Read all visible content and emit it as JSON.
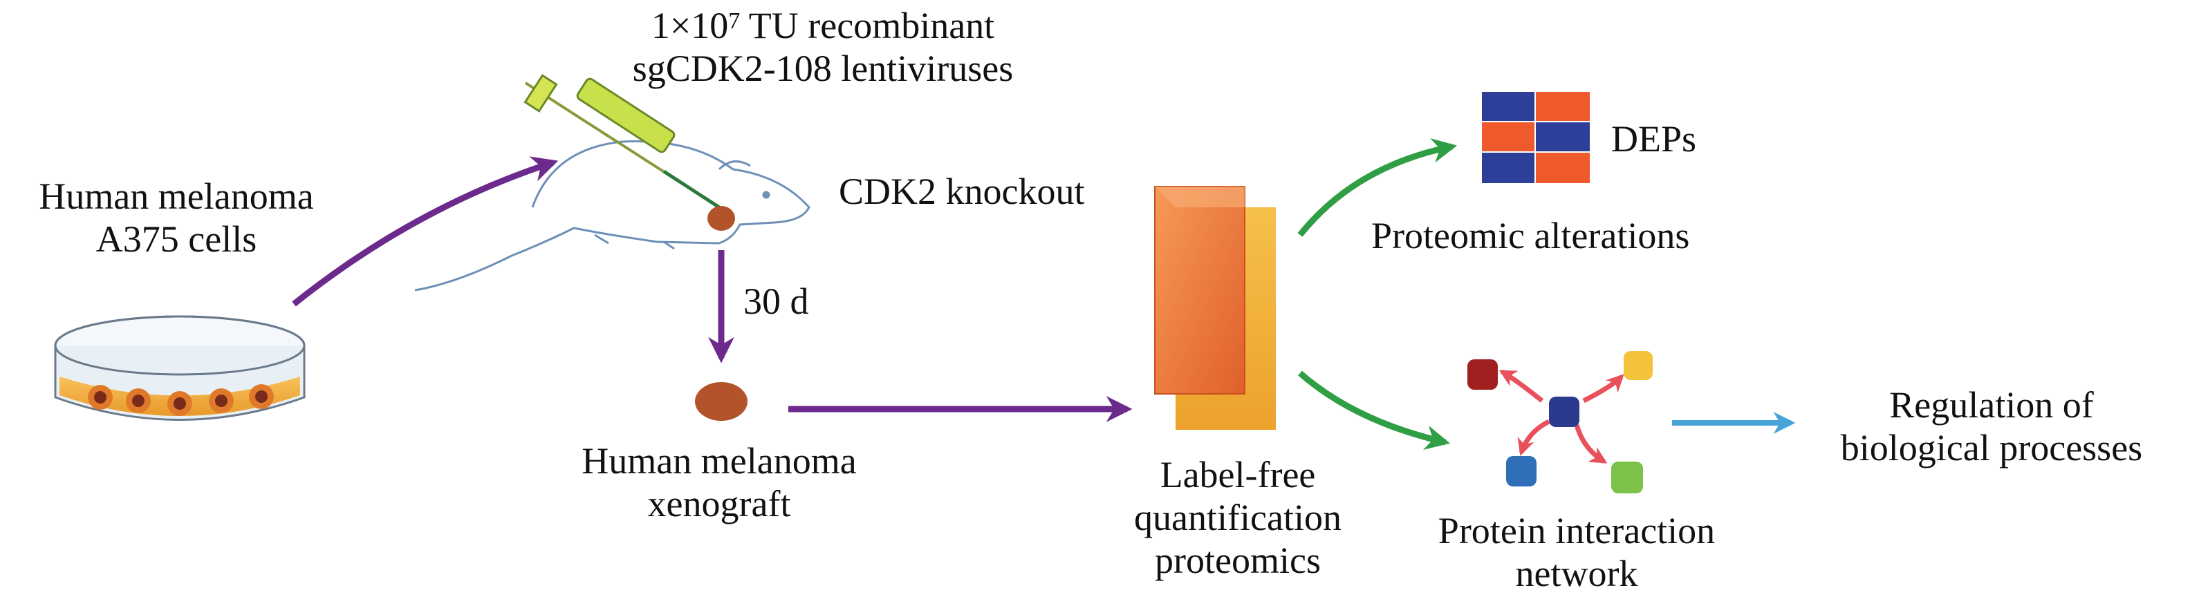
{
  "labels": {
    "cells": [
      "Human melanoma",
      "A375 cells"
    ],
    "lentivirus_line1_pre": "1×10",
    "lentivirus_line1_sup": "7",
    "lentivirus_line1_post": " TU recombinant",
    "lentivirus_line2": "sgCDK2-108 lentiviruses",
    "knockout": "CDK2 knockout",
    "duration": "30 d",
    "xenograft": [
      "Human melanoma",
      "xenograft"
    ],
    "proteomics": [
      "Label-free",
      "quantification",
      "proteomics"
    ],
    "deps": "DEPs",
    "alterations": "Proteomic alterations",
    "network": [
      "Protein interaction",
      "network"
    ],
    "regulation": [
      "Regulation of",
      "biological processes"
    ]
  },
  "colors": {
    "purple_arrow": "#6b2a8c",
    "green_arrow": "#2f9e44",
    "blue_arrow": "#4aa3d8",
    "heatmap_blue": "#2e3f9a",
    "heatmap_red": "#ef5a2c",
    "box_orange": "#f0783a",
    "box_yellow": "#f3b43d",
    "tumor": "#b2532a",
    "node_darkred": "#a01f1f",
    "node_yellow": "#f5c33b",
    "node_navy": "#2b3a8c",
    "node_blue": "#2f6fb8",
    "node_green": "#7cc24a",
    "net_arrow": "#e8505a"
  }
}
